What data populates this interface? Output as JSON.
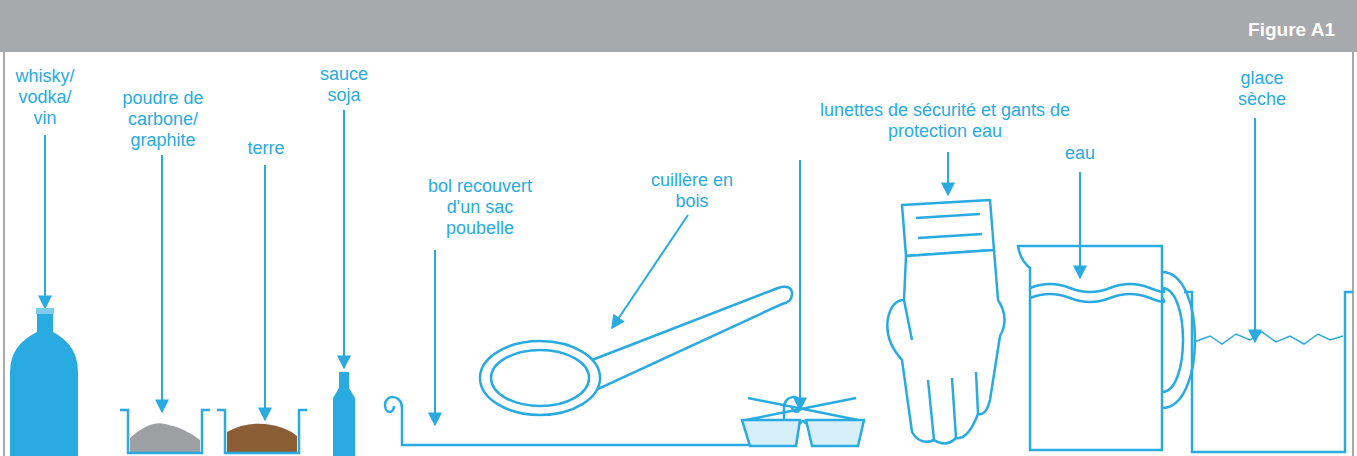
{
  "diagram": {
    "title": "Figure A1",
    "labels": [
      "whisky/ vodka/ vin",
      "poudre de carbone/ graphite",
      "terre",
      "sauce soja",
      "bol recouvert d'un sac poubelle",
      "cuillère en bois",
      "lunettes de sécurité et gants de protection eau",
      "eau",
      "glace sèche"
    ]
  }
}
